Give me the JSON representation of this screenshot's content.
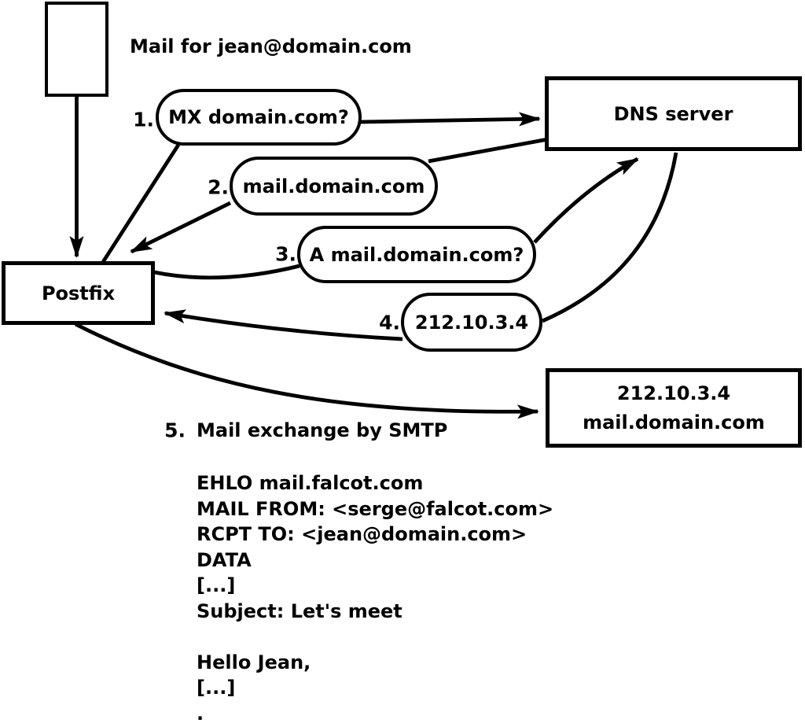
{
  "colors": {
    "ink": "#000000",
    "background": "#ffffff"
  },
  "labels": {
    "mail_for": "Mail for jean@domain.com",
    "postfix": "Postfix",
    "dns_server": "DNS server",
    "mx_result_line1": "212.10.3.4",
    "mx_result_line2": "mail.domain.com"
  },
  "steps": [
    {
      "num": "1.",
      "label": "MX domain.com?"
    },
    {
      "num": "2.",
      "label": "mail.domain.com"
    },
    {
      "num": "3.",
      "label": "A mail.domain.com?"
    },
    {
      "num": "4.",
      "label": "212.10.3.4"
    },
    {
      "num": "5.",
      "label": "Mail exchange by SMTP"
    }
  ],
  "smtp_session": "EHLO mail.falcot.com\nMAIL FROM: <serge@falcot.com>\nRCPT TO: <jean@domain.com>\nDATA\n[...]\nSubject: Let's meet\n\nHello Jean,\n[...]\n."
}
